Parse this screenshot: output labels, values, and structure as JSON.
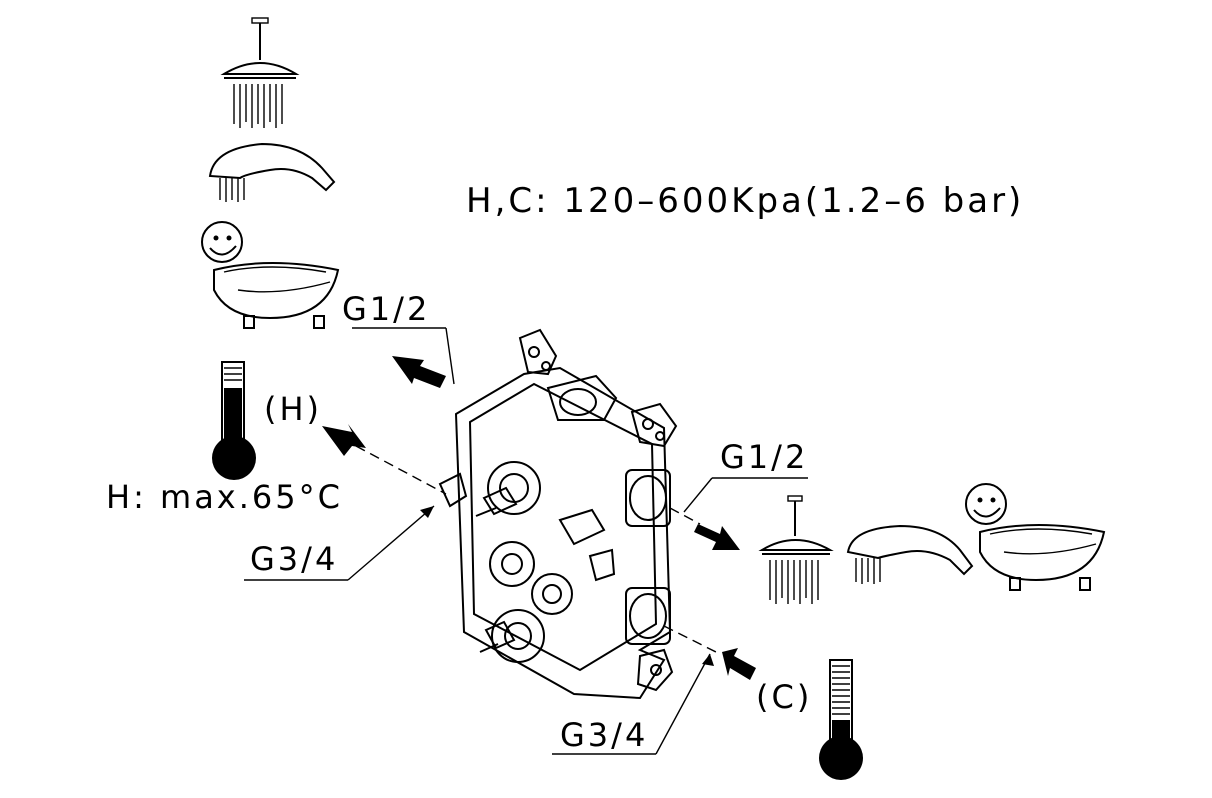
{
  "pressure_spec": "H,C: 120–600Kpa(1.2–6 bar)",
  "hot_temp_spec": "H: max.65°C",
  "hot_inlet_label": "(H)",
  "cold_inlet_label": "(C)",
  "outlet_left_size": "G1/2",
  "outlet_right_size": "G1/2",
  "inlet_left_size": "G3/4",
  "inlet_right_size": "G3/4",
  "icons": [
    "overhead-shower-icon",
    "hand-shower-icon",
    "bathtub-icon",
    "thermometer-hot-icon",
    "thermometer-cold-icon",
    "mixer-valve-body"
  ]
}
